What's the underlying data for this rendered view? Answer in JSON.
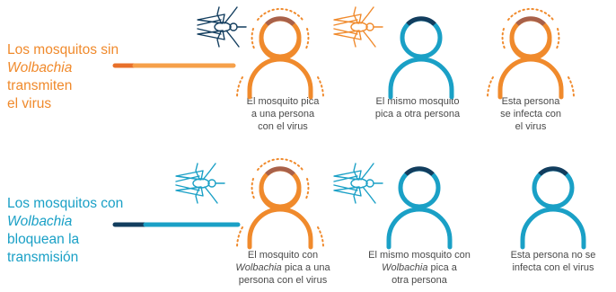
{
  "colors": {
    "orange": "#f08a2c",
    "orange_light": "#f6a04a",
    "brown": "#a8614a",
    "blue": "#1aa0c6",
    "navy": "#123d5e",
    "text": "#4a4a4a"
  },
  "rows": [
    {
      "heading": {
        "line1": "Los mosquitos sin",
        "line2": "Wolbachia",
        "line3": "transmiten",
        "line4": "el virus"
      },
      "captions": [
        {
          "line1": "El mosquito pica",
          "line2": "a una persona",
          "line3": "con el virus"
        },
        {
          "line1": "El mismo mosquito",
          "line2": "pica a otra persona"
        },
        {
          "line1": "Esta persona",
          "line2": "se infecta con",
          "line3": "el virus"
        }
      ]
    },
    {
      "heading": {
        "line1": "Los mosquitos con",
        "line2": "Wolbachia",
        "line3": "bloquean la",
        "line4": "transmisión"
      },
      "captions": [
        {
          "line1": "El mosquito con",
          "line2a": "Wolbachia",
          "line2b": " pica a una",
          "line3": "persona con el virus"
        },
        {
          "line1": "El mismo mosquito con",
          "line2a": "Wolbachia",
          "line2b": " pica a",
          "line3": "otra persona"
        },
        {
          "line1": "Esta persona no se",
          "line2": "infecta con el virus"
        }
      ]
    }
  ],
  "icons": {
    "mosquito": "mosquito-icon",
    "person": "person-icon",
    "virus_particles": "virus-particles-icon"
  }
}
